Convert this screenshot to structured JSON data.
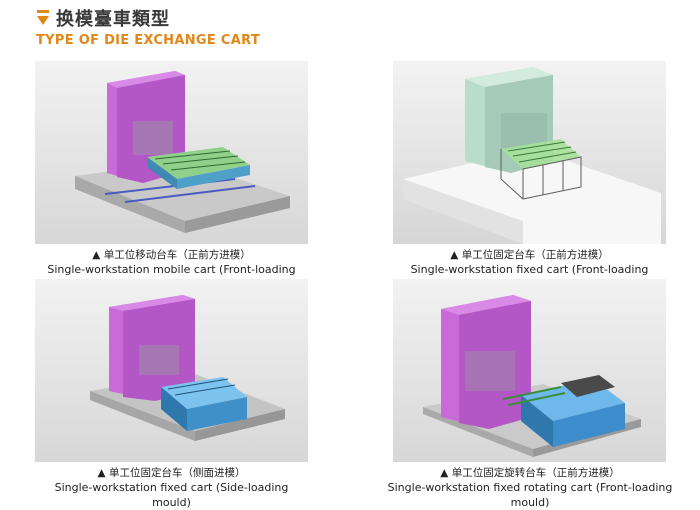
{
  "header": {
    "title_cn": "换模臺車類型",
    "title_en": "TYPE OF DIE EXCHANGE CART"
  },
  "panels": [
    {
      "caption_cn": "▲ 单工位移动台车（正前方进模）",
      "caption_en": "Single-workstation mobile cart (Front-loading mould)"
    },
    {
      "caption_cn": "▲ 单工位固定台车（正前方进模）",
      "caption_en": "Single-workstation fixed cart (Front-loading mould)"
    },
    {
      "caption_cn": "▲ 单工位固定台车（侧面进模）",
      "caption_en": "Single-workstation fixed cart (Side-loading mould)"
    },
    {
      "caption_cn": "▲ 单工位固定旋转台车（正前方进模）",
      "caption_en": "Single-workstation fixed rotating cart (Front-loading mould)"
    }
  ],
  "colors": {
    "accent": "#e0871a",
    "press_magenta": "#c86ad8",
    "press_mint": "#b9dccb",
    "cart_green": "#8fd18a",
    "cart_blue": "#5aaee6",
    "base_gray": "#b3b3b3"
  }
}
